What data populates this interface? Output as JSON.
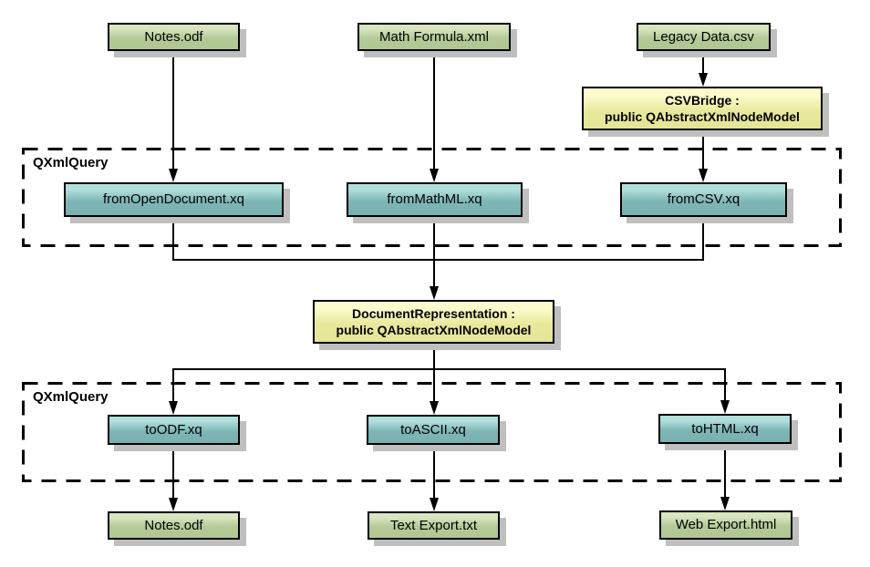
{
  "diagram": {
    "groups": [
      {
        "label": "QXmlQuery"
      },
      {
        "label": "QXmlQuery"
      }
    ],
    "nodes": {
      "notes_input": {
        "label": "Notes.odf",
        "type": "file"
      },
      "math_formula": {
        "label": "Math Formula.xml",
        "type": "file"
      },
      "legacy_data": {
        "label": "Legacy Data.csv",
        "type": "file"
      },
      "csv_bridge": {
        "line1": "CSVBridge :",
        "line2": "public QAbstractXmlNodeModel",
        "type": "class"
      },
      "from_opendocument": {
        "label": "fromOpenDocument.xq",
        "type": "query"
      },
      "from_mathml": {
        "label": "fromMathML.xq",
        "type": "query"
      },
      "from_csv": {
        "label": "fromCSV.xq",
        "type": "query"
      },
      "document_representation": {
        "line1": "DocumentRepresentation :",
        "line2": "public QAbstractXmlNodeModel",
        "type": "class"
      },
      "to_odf": {
        "label": "toODF.xq",
        "type": "query"
      },
      "to_ascii": {
        "label": "toASCII.xq",
        "type": "query"
      },
      "to_html": {
        "label": "toHTML.xq",
        "type": "query"
      },
      "notes_output": {
        "label": "Notes.odf",
        "type": "file"
      },
      "text_export": {
        "label": "Text Export.txt",
        "type": "file"
      },
      "web_export": {
        "label": "Web Export.html",
        "type": "file"
      }
    },
    "colors": {
      "file_fill": "#b4ca97",
      "file_highlight": "#d8e5c0",
      "query_fill": "#7eb6b6",
      "query_highlight": "#b2dfdb",
      "class_fill": "#e9e99e",
      "class_highlight": "#fbfbcd",
      "shadow": "#bfbfbf",
      "border": "#000000",
      "background": "#ffffff"
    }
  }
}
